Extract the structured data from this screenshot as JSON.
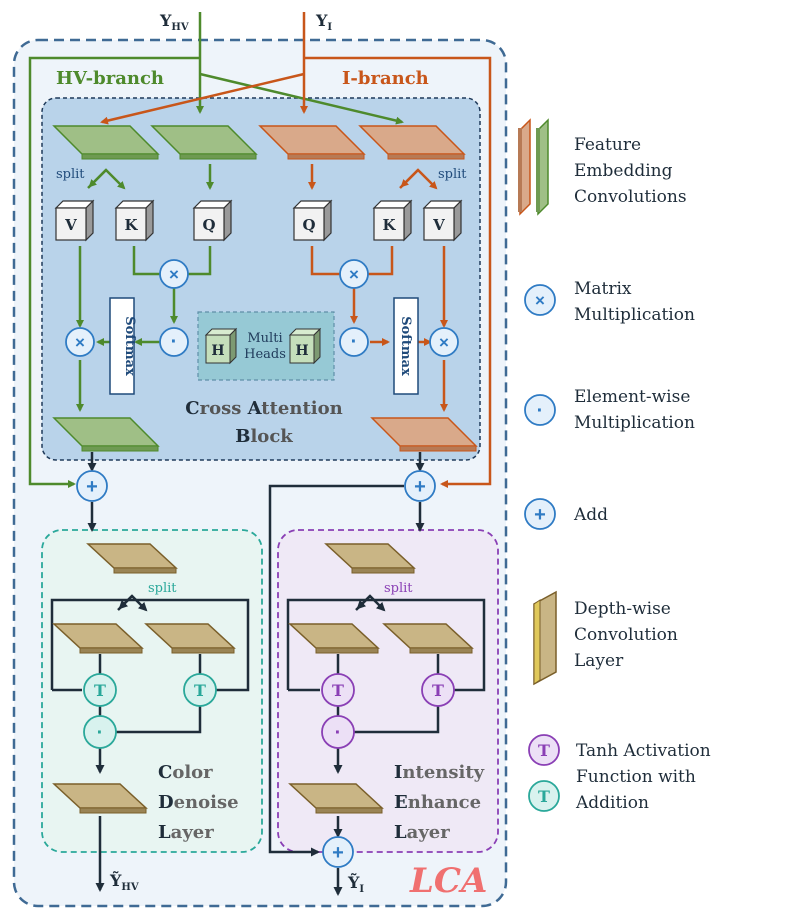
{
  "inputs": {
    "y_hv": "Y",
    "y_hv_sub": "HV",
    "y_i": "Y",
    "y_i_sub": "I"
  },
  "outputs": {
    "y_hv": "Ỹ",
    "y_hv_sub": "HV",
    "y_i": "Ỹ",
    "y_i_sub": "I"
  },
  "branches": {
    "hv": "HV-branch",
    "i": "I-branch"
  },
  "split": "split",
  "qkv": {
    "v": "V",
    "k": "K",
    "q": "Q"
  },
  "ops": {
    "mul": "×",
    "dot": "·",
    "add": "+",
    "tanh": "T"
  },
  "softmax": "Softmax",
  "multi_heads": {
    "h": "H",
    "line1": "Multi",
    "line2": "Heads"
  },
  "cross_attention": {
    "line1_a": "C",
    "line1_b": "ross ",
    "line1_c": "A",
    "line1_d": "ttention",
    "line2_a": "B",
    "line2_b": "lock"
  },
  "color_denoise": {
    "l1a": "C",
    "l1b": "olor",
    "l2a": "D",
    "l2b": "enoise",
    "l3a": "L",
    "l3b": "ayer"
  },
  "intensity_enhance": {
    "l1a": "I",
    "l1b": "ntensity",
    "l2a": "E",
    "l2b": "nhance",
    "l3a": "L",
    "l3b": "ayer"
  },
  "lca": "LCA",
  "legend": {
    "feature_embedding": [
      "Feature",
      "Embedding",
      "Convolutions"
    ],
    "matrix_mult": [
      "Matrix",
      "Multiplication"
    ],
    "elementwise": [
      "Element-wise",
      "Multiplication"
    ],
    "add": [
      "Add"
    ],
    "depthwise": [
      "Depth-wise",
      "Convolution",
      "Layer"
    ],
    "tanh": [
      "Tanh Activation",
      "Function with",
      "Addition"
    ]
  },
  "colors": {
    "hv_green": "#4e8a2c",
    "i_orange": "#c8561a",
    "outer_blue": "#3f6a94",
    "attention_fill": "#b9d3ea",
    "circle_blue": "#2f7bc4",
    "teal": "#2aa89a",
    "purple": "#8a3fb5",
    "gold": "#c9b585",
    "dark": "#1f2d3a"
  }
}
